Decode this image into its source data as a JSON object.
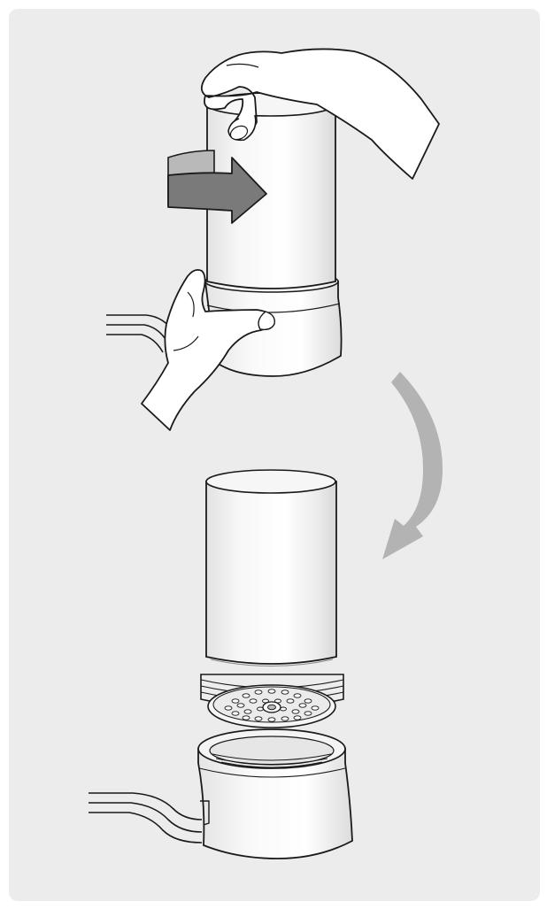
{
  "illustration": {
    "steps": [
      {
        "id": "step-1",
        "action": "twist-cylinder-off-base"
      },
      {
        "id": "step-2",
        "action": "cylinder-separated-from-base"
      }
    ],
    "colors": {
      "panel_bg": "#ececec",
      "outline": "#1a1a1a",
      "cylinder_fill": "#f4f4f4",
      "shadow": "#dcdcdc",
      "rotation_arrow": "#7a7a7a",
      "rotation_arrow_light": "#b9b9b9",
      "transition_arrow": "#b3b3b3"
    },
    "icons": [
      "rotation-arrow-icon",
      "transition-arrow-icon",
      "hand-icon"
    ]
  }
}
